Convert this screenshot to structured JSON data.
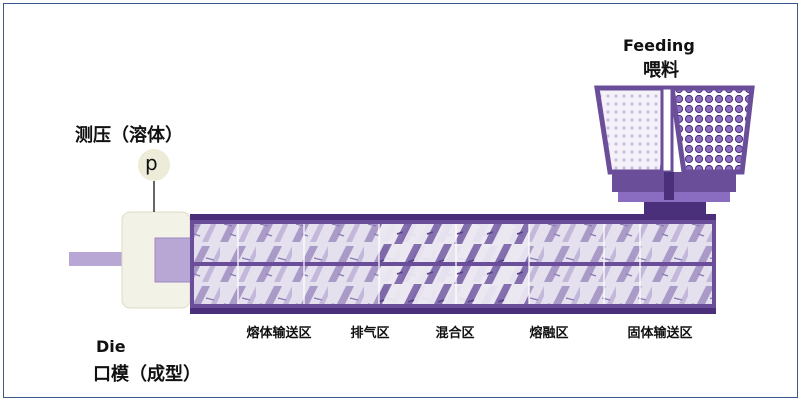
{
  "labels": {
    "pressure": "测压（溶体）",
    "pressure_symbol": "p",
    "feeding_en": "Feeding",
    "feeding_cn": "喂料",
    "die_en": "Die",
    "die_cn": "口模（成型）"
  },
  "zones": [
    {
      "label": "熔体输送区"
    },
    {
      "label": "排气区"
    },
    {
      "label": "混合区"
    },
    {
      "label": "熔融区"
    },
    {
      "label": "固体输送区"
    }
  ],
  "colors": {
    "barrel": "#6a4e9a",
    "barrel_dark": "#4a2f7a",
    "screw_light": "#d8d3e6",
    "die_block": "#f2f2e6",
    "die_stem": "#b8a6d4",
    "frame": "#3a5a8c"
  }
}
